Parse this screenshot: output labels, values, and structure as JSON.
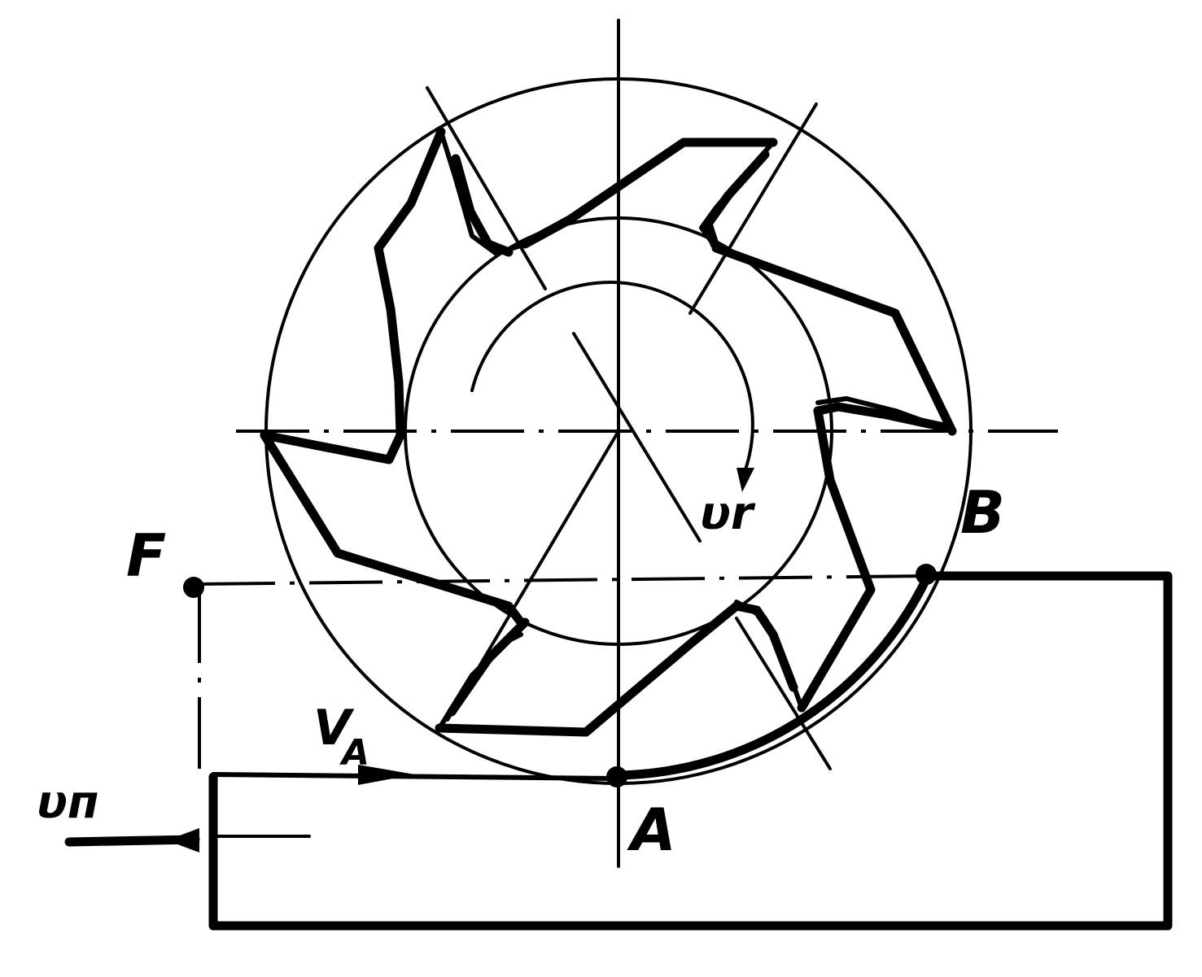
{
  "labels": {
    "F": "F",
    "B": "B",
    "A": "A",
    "vA": "V",
    "vA_sub": "A",
    "vr": "υr",
    "vp": "υп"
  },
  "colors": {
    "ink": "#000000",
    "paper": "#ffffff"
  }
}
